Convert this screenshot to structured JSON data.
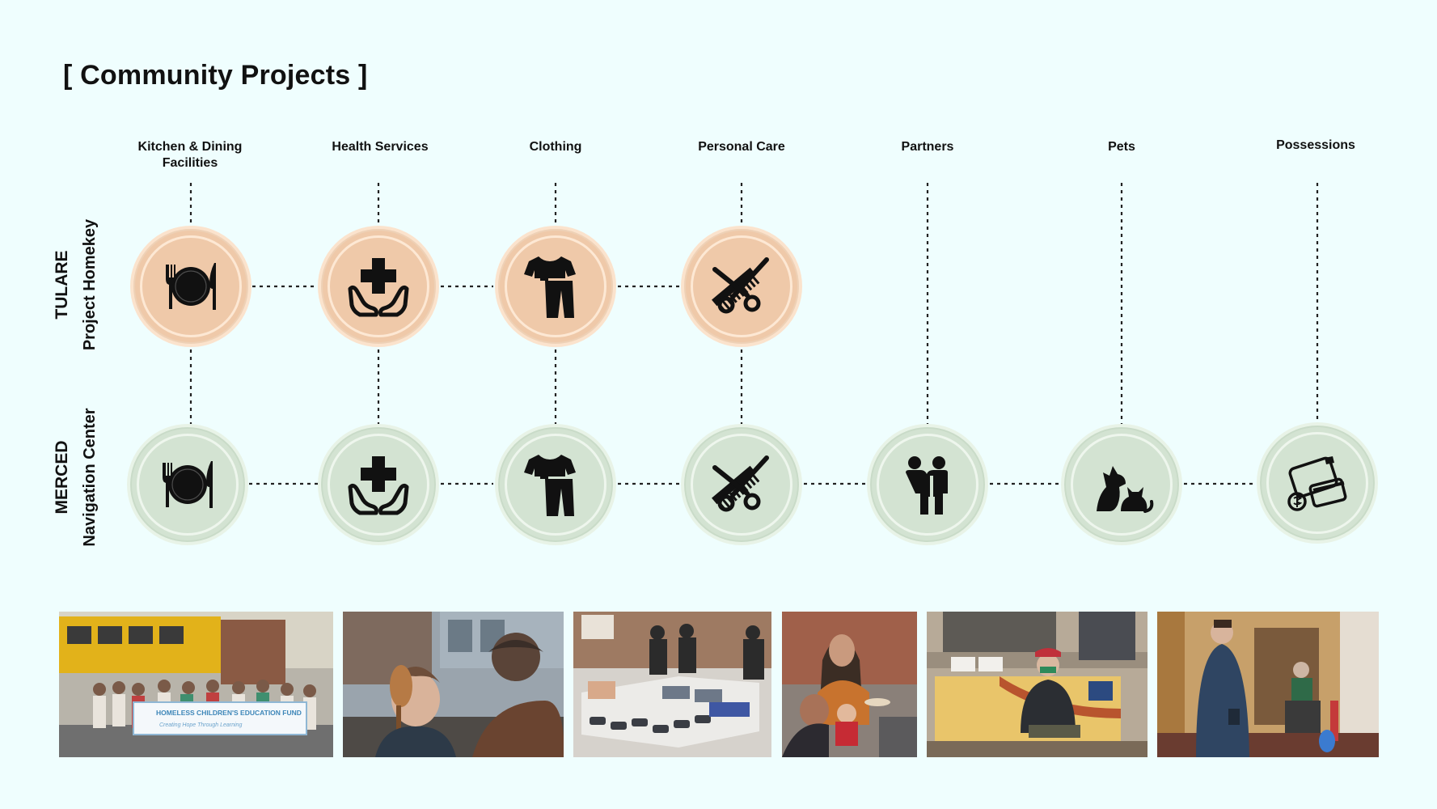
{
  "title": "[ Community Projects ]",
  "columns": [
    {
      "id": "kitchen",
      "label": "Kitchen & Dining\nFacilities",
      "icon": "dining-plate-icon"
    },
    {
      "id": "health",
      "label": "Health Services",
      "icon": "health-cross-hands-icon"
    },
    {
      "id": "clothing",
      "label": "Clothing",
      "icon": "clothing-icon"
    },
    {
      "id": "personal",
      "label": "Personal Care",
      "icon": "scissors-comb-icon"
    },
    {
      "id": "partners",
      "label": "Partners",
      "icon": "partners-icon"
    },
    {
      "id": "pets",
      "label": "Pets",
      "icon": "pets-icon"
    },
    {
      "id": "possessions",
      "label": "Possessions",
      "icon": "wallet-cards-icon"
    }
  ],
  "rows": [
    {
      "id": "tulare",
      "name": "TULARE",
      "subtitle": "Project Homekey",
      "color": "#efc9a9",
      "columns_present": [
        "kitchen",
        "health",
        "clothing",
        "personal"
      ]
    },
    {
      "id": "merced",
      "name": "MERCED",
      "subtitle": "Navigation Center",
      "color": "#d3e3d2",
      "columns_present": [
        "kitchen",
        "health",
        "clothing",
        "personal",
        "partners",
        "pets",
        "possessions"
      ]
    }
  ],
  "photos": [
    {
      "name": "photo-school-bus-group",
      "banner_text": "HOMELESS CHILDREN'S EDUCATION FUND",
      "banner_sub": "Creating Hope Through Learning"
    },
    {
      "name": "photo-haircut-mirror"
    },
    {
      "name": "photo-clothing-donation-tables"
    },
    {
      "name": "photo-mother-child-meal"
    },
    {
      "name": "photo-man-hotel-room"
    },
    {
      "name": "photo-hotel-hallway"
    }
  ]
}
